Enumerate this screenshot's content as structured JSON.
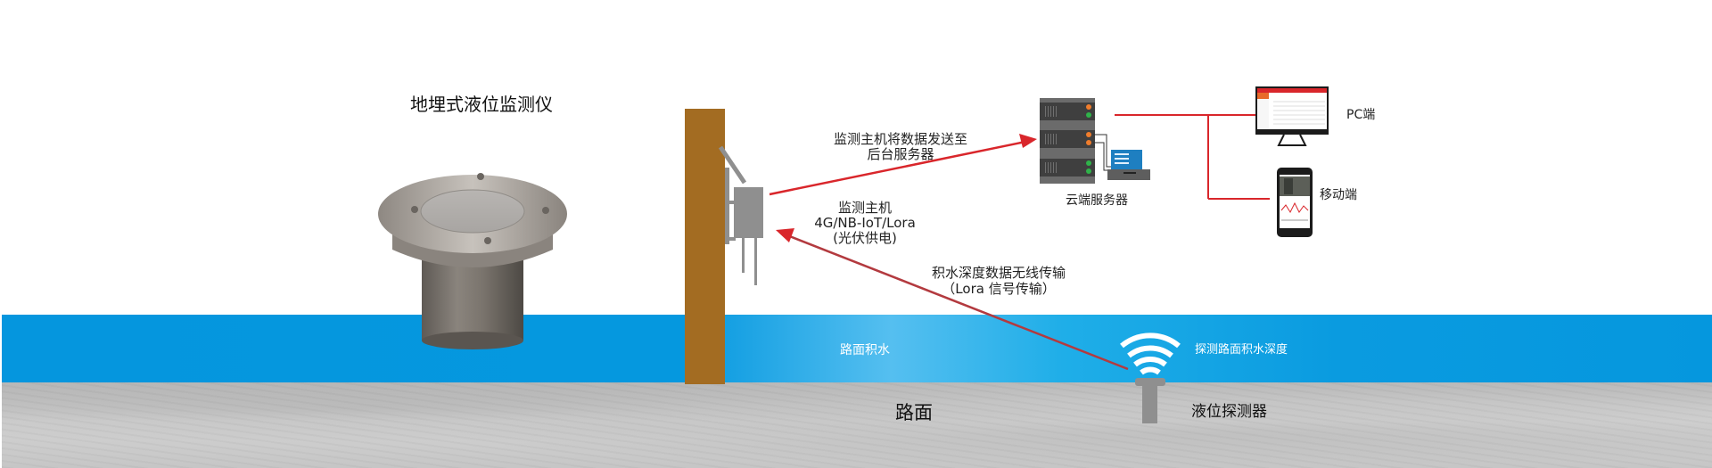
{
  "diagram": {
    "device_title": "地埋式液位监测仪",
    "host_to_server_label": [
      "监测主机将数据发送至",
      "后台服务器"
    ],
    "host_label": [
      "监测主机",
      "4G/NB-IoT/Lora",
      "(光伏供电)"
    ],
    "wireless_label": [
      "积水深度数据无线传输",
      "（Lora 信号传输）"
    ],
    "cloud_server_label": "云端服务器",
    "pc_label": "PC端",
    "mobile_label": "移动端",
    "water_label": "路面积水",
    "detect_label": "探测路面积水深度",
    "road_label": "路面",
    "sensor_label": "液位探测器"
  },
  "colors": {
    "arrow": "#d9262b",
    "water": "#0596de",
    "pole": "#a36c22",
    "device_gray": "#8f8f8f",
    "server_dark": "#3f3f3f",
    "led_orange": "#f07d2c",
    "led_green": "#2fb34a",
    "laptop_blue": "#1e7fc1"
  }
}
